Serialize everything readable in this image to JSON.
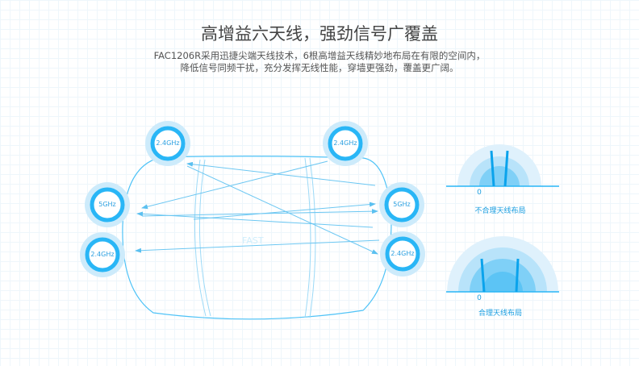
{
  "heading": "高增益六天线，强劲信号广覆盖",
  "description": [
    "FAC1206R采用迅捷尖端天线技术，6根高增益天线精妙地布局在有限的空间内，",
    "降低信号同频干扰，充分发挥无线性能，穿墙更强劲，覆盖更广阔。"
  ],
  "antennas": [
    {
      "label": "2.4GHz"
    },
    {
      "label": "2.4GHz"
    },
    {
      "label": "5GHz"
    },
    {
      "label": "5GHz"
    },
    {
      "label": "2.4GHz"
    },
    {
      "label": "2.4GHz"
    }
  ],
  "comparison": {
    "bad_label": "不合理天线布局",
    "good_label": "合理天线布局",
    "zero": "0"
  },
  "colors": {
    "accent": "#29b6f6",
    "light": "#d5eefb"
  }
}
